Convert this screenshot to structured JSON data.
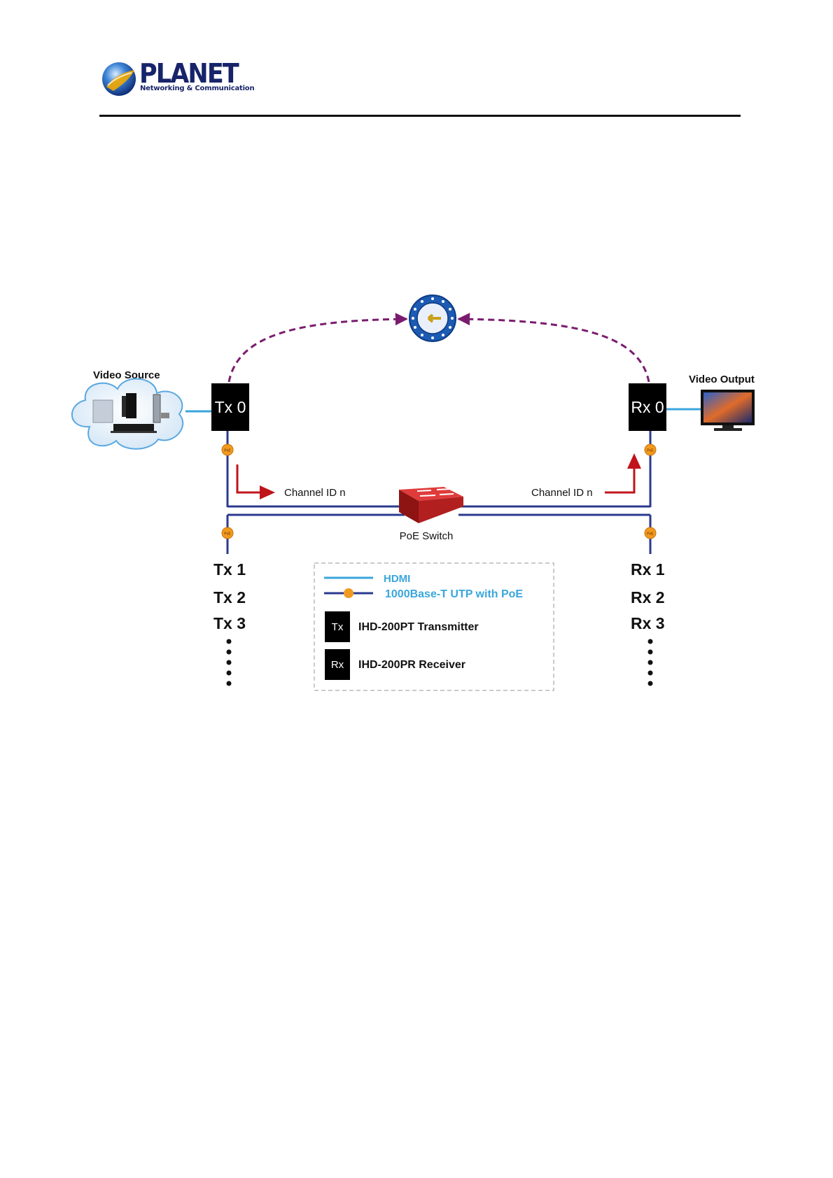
{
  "header": {
    "brand": "PLANET",
    "tagline": "Networking & Communication"
  },
  "diagram": {
    "video_source": "Video Source",
    "video_output": "Video Output",
    "tx0": "Tx 0",
    "rx0": "Rx 0",
    "channel_left": "Channel ID n",
    "channel_right": "Channel ID n",
    "switch": "PoE Switch",
    "tx_more": [
      "Tx 1",
      "Tx 2",
      "Tx 3"
    ],
    "rx_more": [
      "Rx 1",
      "Rx 2",
      "Rx 3"
    ],
    "poe_badge": "PoE"
  },
  "legend": {
    "hdmi": "HDMI",
    "utp": "1000Base-T UTP with PoE",
    "tx_box": "Tx",
    "tx_label": "IHD-200PT Transmitter",
    "rx_box": "Rx",
    "rx_label": "IHD-200PR Receiver"
  },
  "colors": {
    "hdmi": "#3aa6dc",
    "utp": "#2b3a8f",
    "poe": "#f29a1f",
    "arrow_red": "#c0141b",
    "dashed": "#7a1c6e",
    "brand": "#17246a"
  }
}
